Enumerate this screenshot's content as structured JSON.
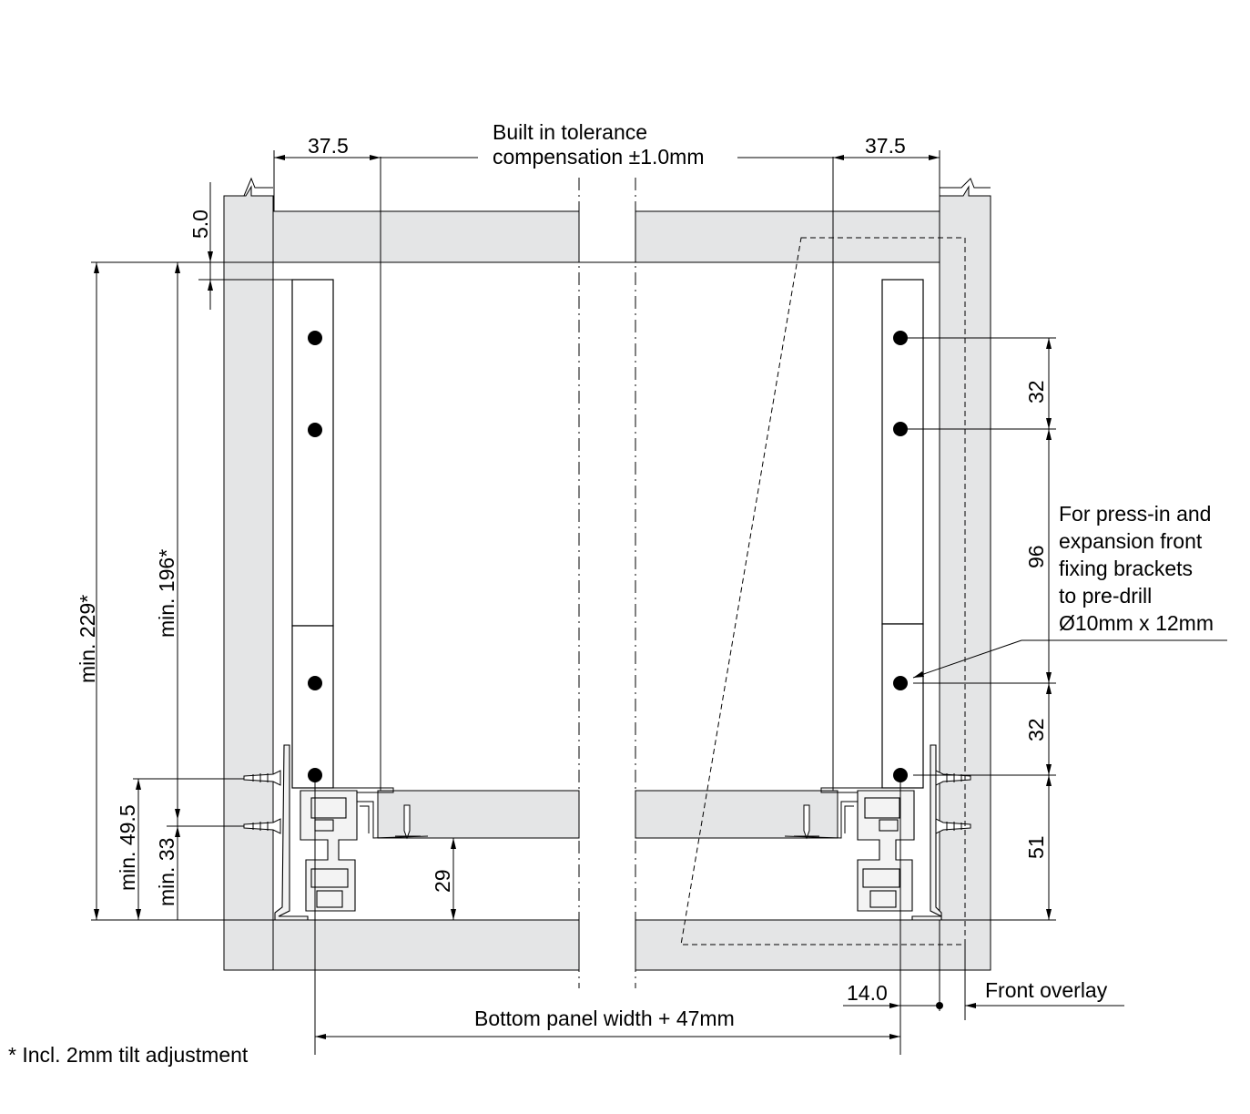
{
  "title": "",
  "dimensions": {
    "side_clearance_left": "37.5",
    "side_clearance_right": "37.5",
    "top_gap": "5.0",
    "min_height_total": "min. 229*",
    "min_height_inner": "min. 196*",
    "min_49_5": "min. 49.5",
    "min_33": "min. 33",
    "bottom_29": "29",
    "hole_spacing_top": "32",
    "hole_spacing_mid": "96",
    "hole_spacing_low": "32",
    "bottom_51": "51",
    "front_14": "14.0"
  },
  "labels": {
    "tolerance_line1": "Built in tolerance",
    "tolerance_line2": "compensation ±1.0mm",
    "bracket_note_line1": "For press-in and",
    "bracket_note_line2": "expansion front",
    "bracket_note_line3": "fixing brackets",
    "bracket_note_line4": "to pre-drill",
    "bracket_note_line5": "Ø10mm x 12mm",
    "front_overlay": "Front overlay",
    "bottom_panel_width": "Bottom panel width + 47mm",
    "footnote": "* Incl. 2mm tilt adjustment"
  }
}
